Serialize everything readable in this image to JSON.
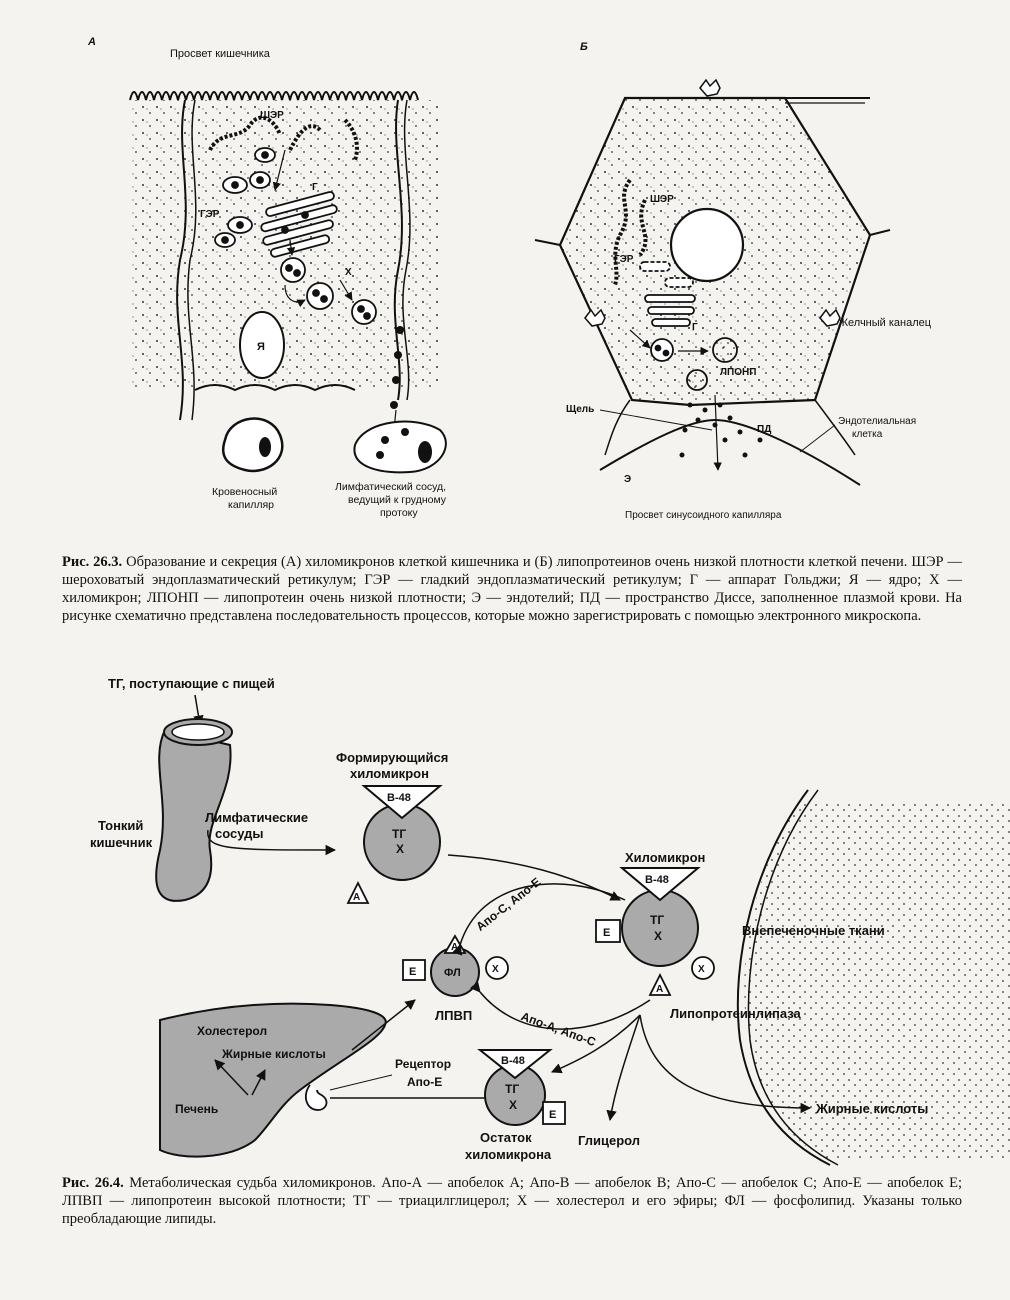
{
  "fig1": {
    "panel_a": "А",
    "panel_b": "Б",
    "a_labels": {
      "lumen": "Просвет кишечника",
      "rer": "ШЭР",
      "ser": "ГЭР",
      "golgi": "Г",
      "chylo": "Х",
      "nucleus": "Я",
      "blood_1": "Кровеносный",
      "blood_2": "капилляр",
      "lymph_1": "Лимфатический сосуд,",
      "lymph_2": "ведущий к грудному",
      "lymph_3": "протоку"
    },
    "b_labels": {
      "rer": "ШЭР",
      "ser": "ГЭР",
      "golgi": "Г",
      "bile": "Желчный каналец",
      "vldl": "ЛПОНП",
      "gap": "Щель",
      "endo_1": "Эндотелиальная",
      "endo_2": "клетка",
      "pd": "ПД",
      "e": "Э",
      "lumen": "Просвет синусоидного капилляра"
    },
    "caption": {
      "label": "Рис. 26.3.",
      "text": "Образование и секреция (А) хиломикронов клеткой кишечника и (Б) липопротеинов очень низкой плотности клеткой печени. ШЭР — шероховатый эндоплазматический ретикулум; ГЭР — гладкий эндоплазматический ретикулум; Г — аппарат Гольджи; Я — ядро; Х — хиломикрон; ЛПОНП — липопротеин очень низкой плотности; Э — эндотелий; ПД — пространство Диссе, заполненное плазмой крови. На рисунке схематично представлена последовательность процессов, которые можно зарегистрировать с помощью электронного микроскопа."
    }
  },
  "fig2": {
    "tg_food": "ТГ, поступающие с пищей",
    "small_int_1": "Тонкий",
    "small_int_2": "кишечник",
    "lymph_1": "Лимфатические",
    "lymph_2": "сосуды",
    "forming_1": "Формирующийся",
    "forming_2": "хиломикрон",
    "b48": "B-48",
    "tg": "ТГ",
    "x": "Х",
    "a": "A",
    "e": "E",
    "fl": "ФЛ",
    "chylomicron": "Хиломикрон",
    "apo_ce": "Апо-С, Апо-Е",
    "apo_ac": "Апо-А, Апо-С",
    "hdl": "ЛПВП",
    "extrahep": "Внепеченочные ткани",
    "lpl": "Липопротеинлипаза",
    "cholesterol": "Холестерол",
    "fatty_acids": "Жирные кислоты",
    "receptor_1": "Рецептор",
    "receptor_2": "Апо-Е",
    "liver": "Печень",
    "remnant_1": "Остаток",
    "remnant_2": "хиломикрона",
    "glycerol": "Глицерол",
    "fatty_acids_out": "Жирные кислоты",
    "caption": {
      "label": "Рис. 26.4.",
      "text": "Метаболическая судьба хиломикронов. Апо-А — апобелок А; Апо-В — апобелок В; Апо-С — апобелок С; Апо-Е — апобелок Е; ЛПВП — липопротеин высокой плотности; ТГ — триацилглицерол; Х — холестерол и его эфиры; ФЛ — фосфолипид. Указаны только преобладающие липиды."
    }
  }
}
